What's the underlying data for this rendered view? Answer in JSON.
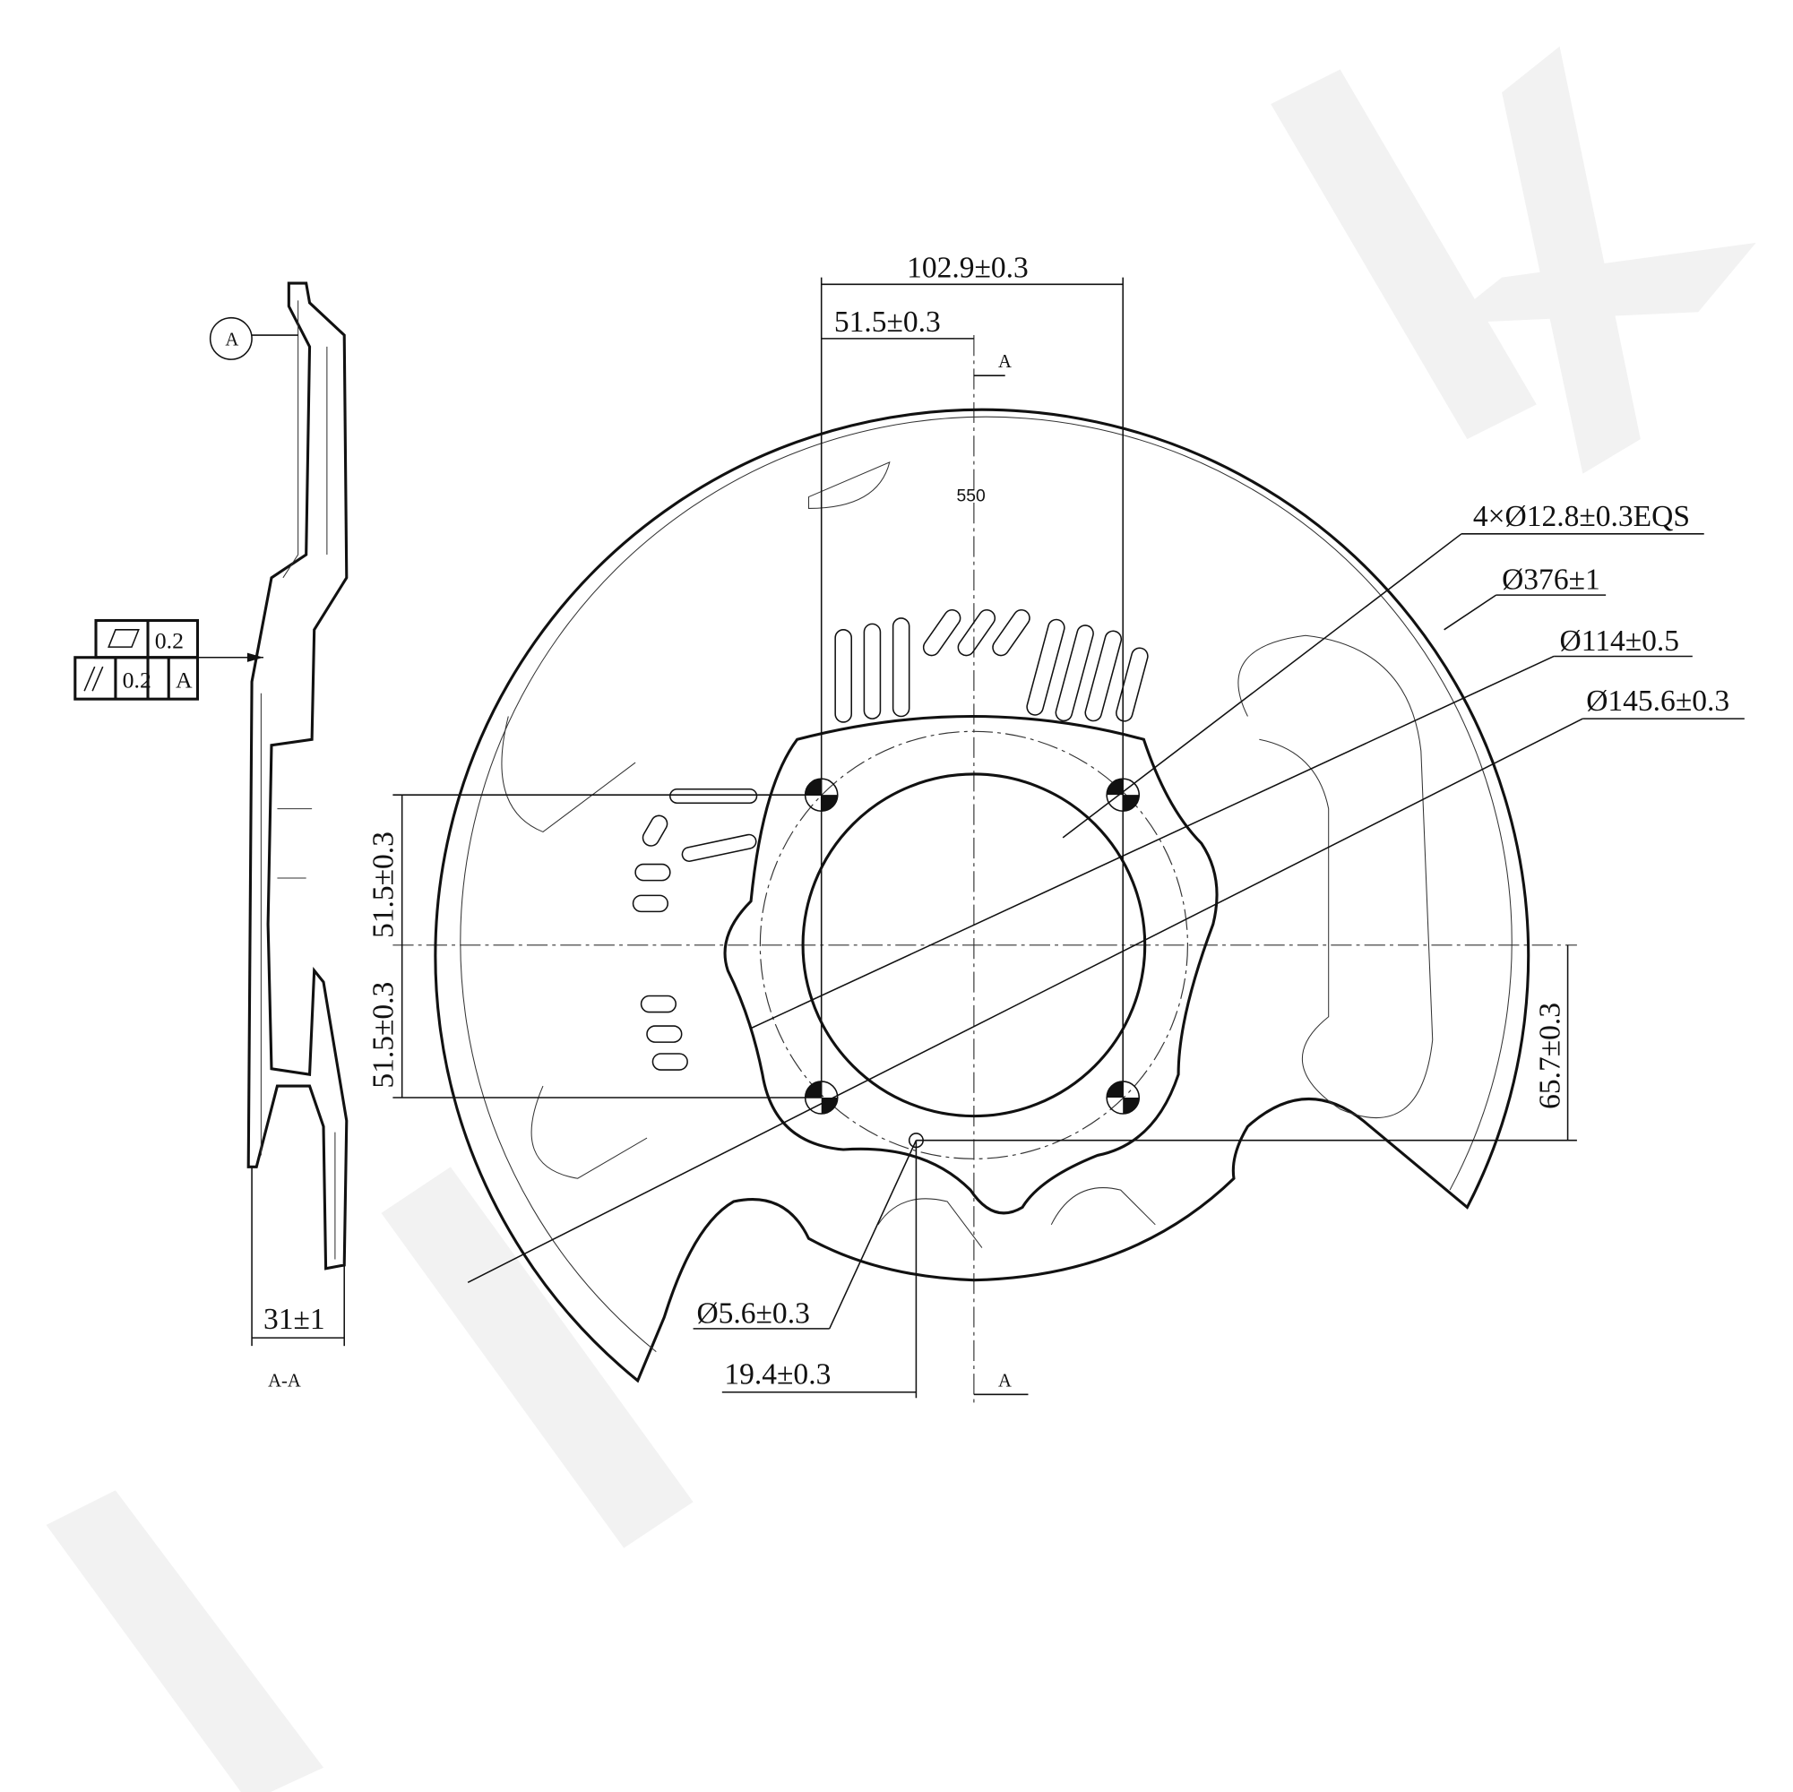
{
  "drawing": {
    "main_view": {
      "dimensions": {
        "bolt_spacing_h": "102.9±0.3",
        "half_spacing_h": "51.5±0.3",
        "section_mark_top": "A",
        "section_mark_bottom": "A",
        "center_note": "550",
        "bolt_holes": "4×Ø12.8±0.3EQS",
        "outer_diameter": "Ø376±1",
        "hub_bore": "Ø114±0.5",
        "pitch_circle": "Ø145.6±0.3",
        "half_spacing_v_upper": "51.5±0.3",
        "half_spacing_v_lower": "51.5±0.3",
        "small_hole_offset_v": "65.7±0.3",
        "small_hole": "Ø5.6±0.3",
        "small_hole_offset_h": "19.4±0.3"
      }
    },
    "section_view": {
      "title": "A-A",
      "datum_label": "A",
      "depth": "31±1",
      "tolerance_frame": {
        "flatness_value": "0.2",
        "parallelism_value": "0.2",
        "parallelism_datum": "A"
      }
    },
    "colors": {
      "line": "#111111",
      "watermark": "#f2f2f2"
    }
  }
}
